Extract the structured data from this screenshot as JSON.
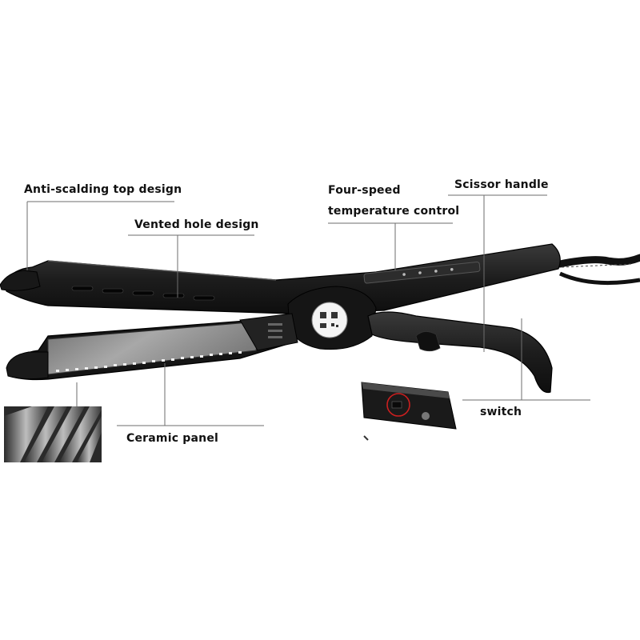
{
  "labels": {
    "anti_scalding": "Anti-scalding top design",
    "vented_hole": "Vented hole design",
    "four_speed_line1": "Four-speed",
    "four_speed_line2": "temperature control",
    "scissor_handle": "Scissor handle",
    "switch": "switch",
    "ceramic_panel": "Ceramic panel"
  },
  "colors": {
    "body": "#1c1c1c",
    "plate": "#8a8a8a",
    "leader": "#6e6e6e",
    "highlight_circle": "#cc1f1f"
  },
  "icons": [
    "qr-badge-icon",
    "switch-highlight-circle-icon"
  ]
}
